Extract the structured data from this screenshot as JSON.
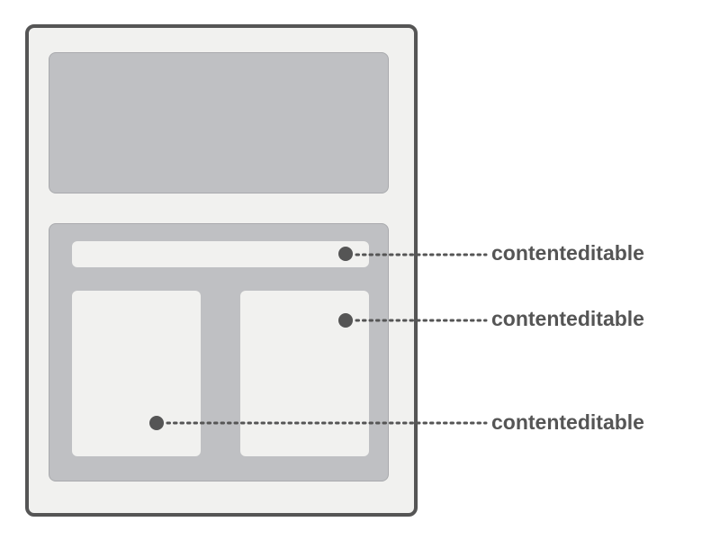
{
  "callouts": [
    {
      "label": "contenteditable"
    },
    {
      "label": "contenteditable"
    },
    {
      "label": "contenteditable"
    }
  ],
  "colors": {
    "frame_border": "#555555",
    "frame_fill": "#f1f1ef",
    "block_fill": "#bfc0c3",
    "marker": "#555555",
    "label_text": "#555555"
  }
}
